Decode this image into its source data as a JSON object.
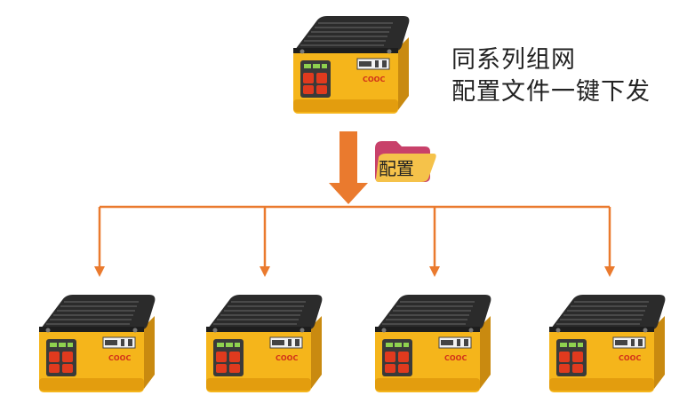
{
  "caption": {
    "line1": "同系列组网",
    "line2": "配置文件一键下发"
  },
  "config_folder": {
    "label": "配置"
  },
  "colors": {
    "arrow": "#ea7a2e",
    "device_body": "#f5b51b",
    "device_top": "#2b2b2b",
    "device_button": "#e03a1e",
    "folder": "#f5c24a",
    "folder_back": "#c8416a"
  },
  "devices": {
    "source_count": 1,
    "target_count": 4,
    "brand_mark": "COOC"
  }
}
